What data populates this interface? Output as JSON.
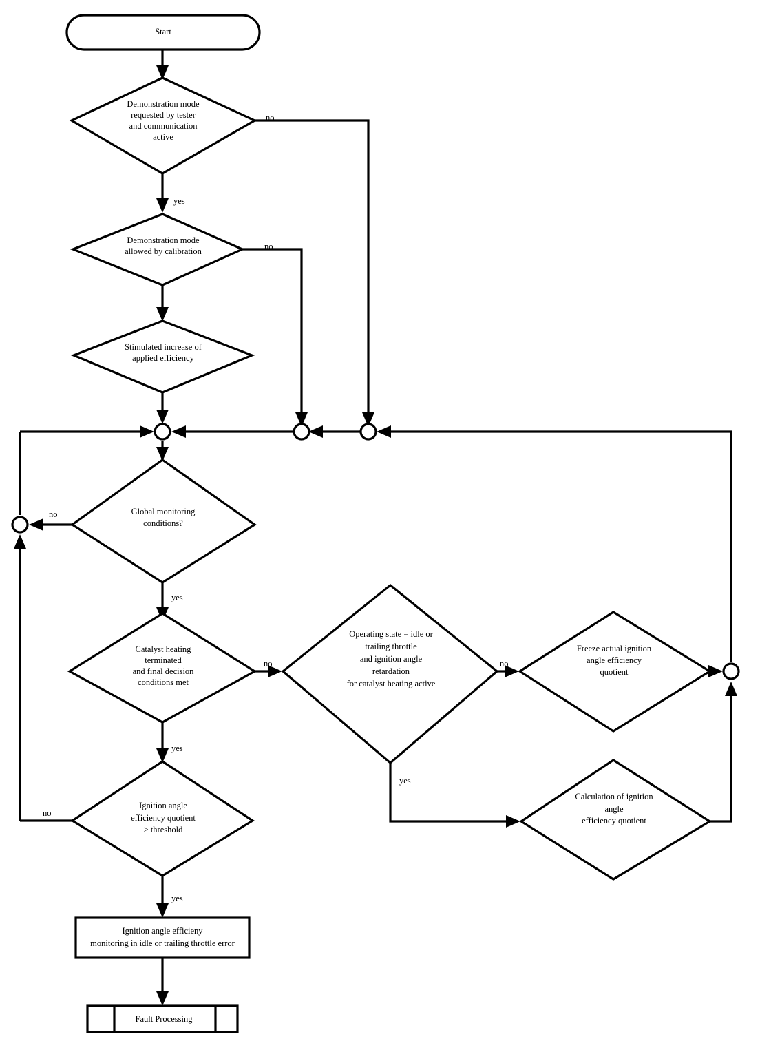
{
  "diagram": {
    "title": "Ignition angle efficiency monitoring flowchart",
    "background_color": "#ffffff",
    "line_color": "#000000",
    "nodes": {
      "start": {
        "label": "Start",
        "shape": "terminator"
      },
      "demo_requested": {
        "line1": "Demonstration mode",
        "line2": "requested by tester",
        "line3": "and communication",
        "line4": "active",
        "shape": "decision"
      },
      "demo_allowed": {
        "line1": "Demonstration mode",
        "line2": "allowed by calibration",
        "shape": "decision"
      },
      "stimulated": {
        "line1": "Stimulated increase of",
        "line2": "applied efficiency",
        "shape": "decision"
      },
      "global_monitoring": {
        "line1": "Global monitoring",
        "line2": "conditions?",
        "shape": "decision"
      },
      "catalyst_heating": {
        "line1": "Catalyst heating",
        "line2": "terminated",
        "line3": "and final decision",
        "line4": "conditions met",
        "shape": "decision"
      },
      "operating_state": {
        "line1": "Operating state = idle or",
        "line2": "trailing throttle",
        "line3": "and ignition angle",
        "line4": "retardation",
        "line5": "for catalyst heating active",
        "shape": "decision"
      },
      "freeze_quotient": {
        "line1": "Freeze actual ignition",
        "line2": "angle efficiency",
        "line3": "quotient",
        "shape": "decision"
      },
      "calculation_quotient": {
        "line1": "Calculation of ignition",
        "line2": "angle",
        "line3": "efficiency quotient",
        "shape": "decision"
      },
      "threshold_check": {
        "line1": "Ignition angle",
        "line2": "efficiency quotient",
        "line3": "> threshold",
        "shape": "decision"
      },
      "monitoring_error": {
        "line1": "Ignition angle efficieny",
        "line2": "monitoring in idle or trailing throttle error",
        "shape": "process"
      },
      "fault_processing": {
        "label": "Fault Processing",
        "shape": "predefined-process"
      },
      "merge_main": {
        "label": "",
        "shape": "connector-circle"
      },
      "merge_mid": {
        "label": "",
        "shape": "connector-circle"
      },
      "merge_right_top": {
        "label": "",
        "shape": "connector-circle"
      },
      "merge_left": {
        "label": "",
        "shape": "connector-circle"
      },
      "merge_right_bottom": {
        "label": "",
        "shape": "connector-circle"
      }
    },
    "edge_labels": {
      "demo_requested_no": "no",
      "demo_requested_yes": "yes",
      "demo_allowed_no": "no",
      "global_monitoring_no": "no",
      "global_monitoring_yes": "yes",
      "catalyst_heating_no": "no",
      "catalyst_heating_yes": "yes",
      "operating_state_no": "no",
      "operating_state_yes": "yes",
      "threshold_no": "no",
      "threshold_yes": "yes"
    }
  }
}
